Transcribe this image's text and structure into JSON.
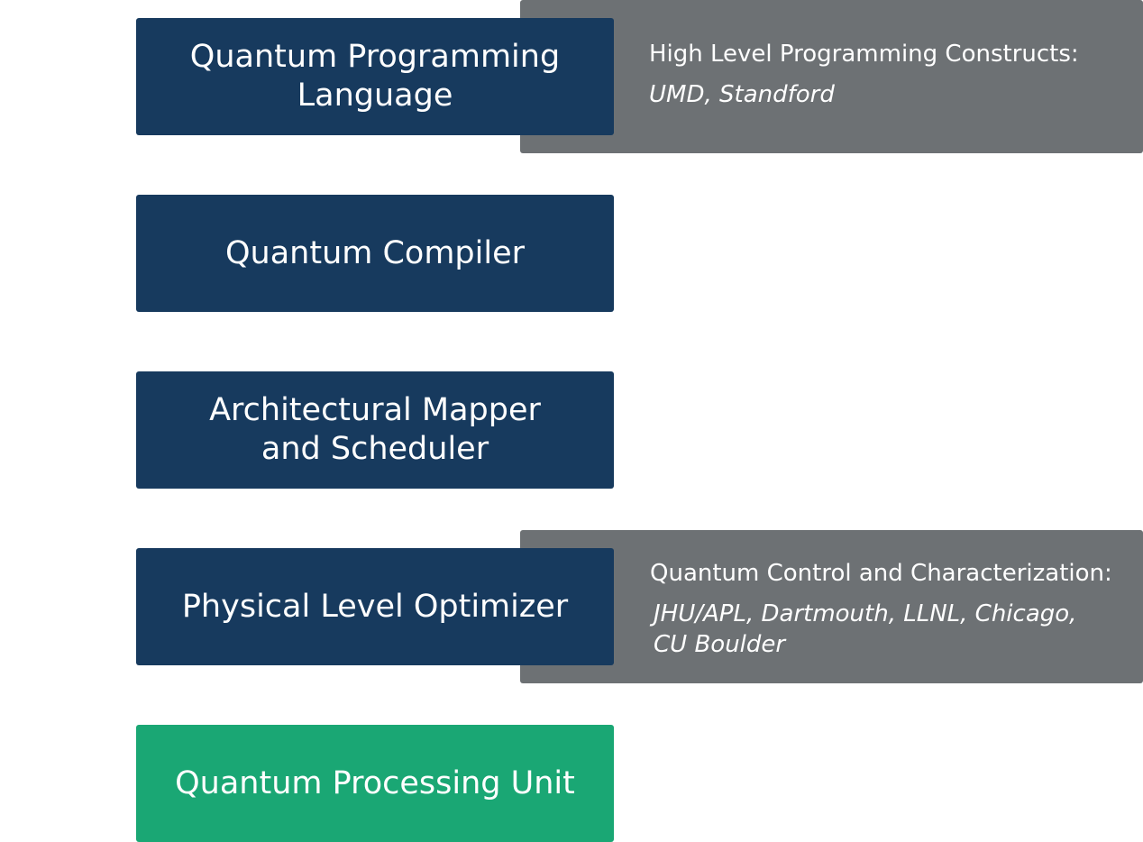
{
  "colors": {
    "stage": "#173a5e",
    "hardware": "#1aa774",
    "note": "#6d7174"
  },
  "stages": [
    {
      "label": "Quantum Programming Language"
    },
    {
      "label": "Quantum Compiler"
    },
    {
      "label": "Architectural Mapper and Scheduler"
    },
    {
      "label": "Physical Level Optimizer"
    },
    {
      "label": "Quantum Processing Unit"
    }
  ],
  "notes": [
    {
      "heading": "High Level Programming Constructs:",
      "detail": "UMD, Standford"
    },
    {
      "heading": "Quantum Control and Characterization:",
      "detail": "JHU/APL, Dartmouth, LLNL, Chicago, CU Boulder"
    }
  ]
}
